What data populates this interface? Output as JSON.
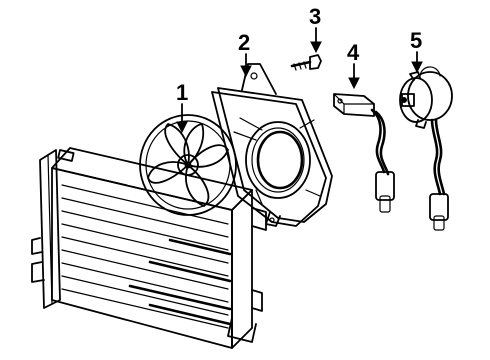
{
  "diagram": {
    "callouts": [
      {
        "id": "1",
        "label": "1",
        "part": "fan-blade"
      },
      {
        "id": "2",
        "label": "2",
        "part": "fan-shroud"
      },
      {
        "id": "3",
        "label": "3",
        "part": "shroud-bolt"
      },
      {
        "id": "4",
        "label": "4",
        "part": "resistor-harness"
      },
      {
        "id": "5",
        "label": "5",
        "part": "fan-motor"
      }
    ],
    "colors": {
      "line": "#000000",
      "background": "#ffffff"
    }
  }
}
